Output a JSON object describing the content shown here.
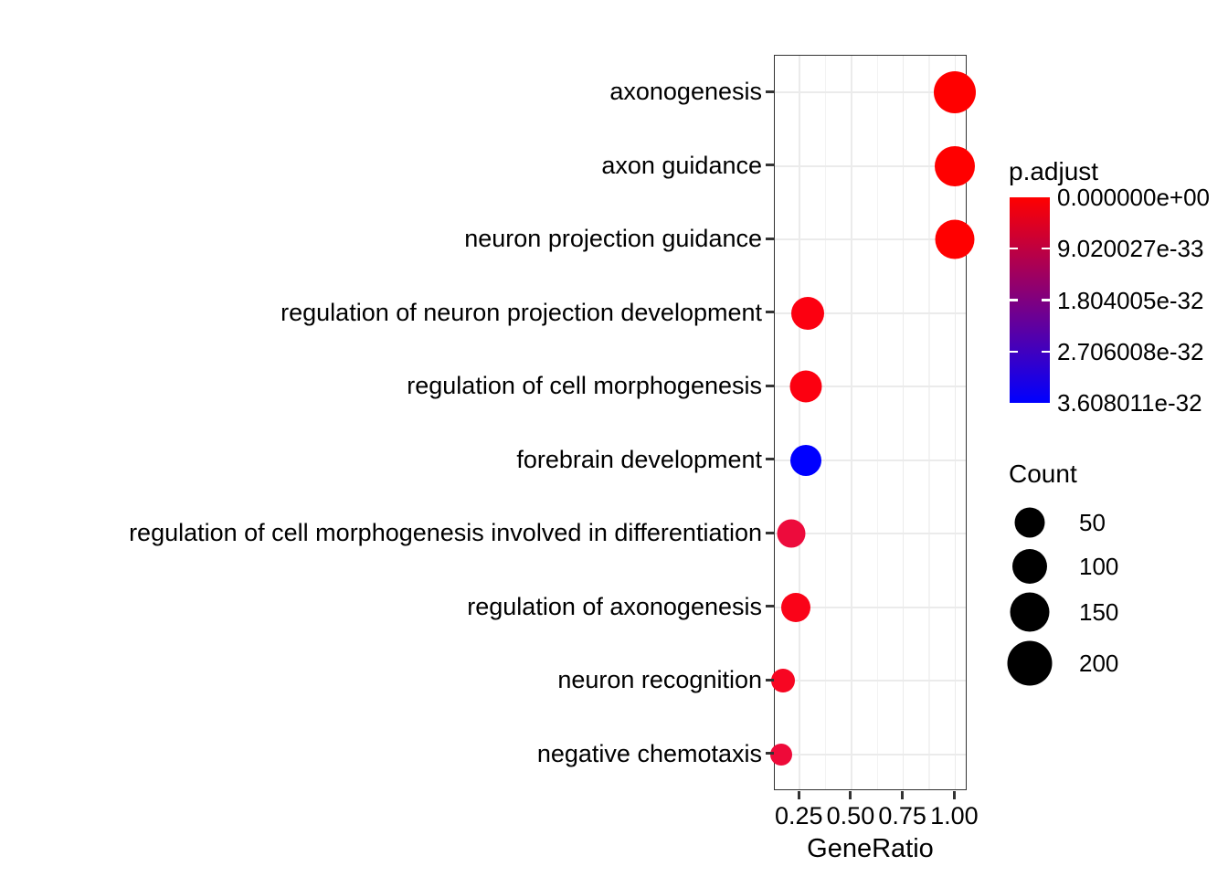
{
  "chart_data": {
    "type": "scatter",
    "subtype": "dotplot",
    "title": "",
    "xlabel": "GeneRatio",
    "ylabel": "",
    "xlim": [
      0.13,
      1.06
    ],
    "xticks": [
      0.25,
      0.5,
      0.75,
      1.0
    ],
    "xtick_labels": [
      "0.25",
      "0.50",
      "0.75",
      "1.00"
    ],
    "grid": true,
    "grid_minor": true,
    "categories": [
      "axonogenesis",
      "axon guidance",
      "neuron projection guidance",
      "regulation of neuron projection development",
      "regulation of cell morphogenesis",
      "forebrain development",
      "regulation of cell morphogenesis involved in differentiation",
      "regulation of axonogenesis",
      "neuron recognition",
      "negative chemotaxis"
    ],
    "points": [
      {
        "term": "axonogenesis",
        "gene_ratio": 1.0,
        "count": 208,
        "p_adjust": 0.0,
        "color": "#FF0000",
        "diameter": 46
      },
      {
        "term": "axon guidance",
        "gene_ratio": 1.0,
        "count": 190,
        "p_adjust": 0.0,
        "color": "#FF0000",
        "diameter": 44
      },
      {
        "term": "neuron projection guidance",
        "gene_ratio": 1.0,
        "count": 186,
        "p_adjust": 0.0,
        "color": "#FF0000",
        "diameter": 43
      },
      {
        "term": "regulation of neuron projection development",
        "gene_ratio": 0.29,
        "count": 128,
        "p_adjust": 1.2e-33,
        "color": "#FC0010",
        "diameter": 36
      },
      {
        "term": "regulation of cell morphogenesis",
        "gene_ratio": 0.28,
        "count": 122,
        "p_adjust": 1.5e-33,
        "color": "#FC0010",
        "diameter": 35
      },
      {
        "term": "forebrain development",
        "gene_ratio": 0.28,
        "count": 116,
        "p_adjust": 3.608011e-32,
        "color": "#0000FF",
        "diameter": 34
      },
      {
        "term": "regulation of cell morphogenesis involved in differentiation",
        "gene_ratio": 0.21,
        "count": 100,
        "p_adjust": 5.5e-33,
        "color": "#ED0B3C",
        "diameter": 31
      },
      {
        "term": "regulation of axonogenesis",
        "gene_ratio": 0.23,
        "count": 106,
        "p_adjust": 2e-33,
        "color": "#FA0318",
        "diameter": 32
      },
      {
        "term": "neuron recognition",
        "gene_ratio": 0.17,
        "count": 72,
        "p_adjust": 3e-33,
        "color": "#F70622",
        "diameter": 26
      },
      {
        "term": "negative chemotaxis",
        "gene_ratio": 0.16,
        "count": 62,
        "p_adjust": 5e-33,
        "color": "#EE0A39",
        "diameter": 24
      }
    ]
  },
  "axis": {
    "x_title": "GeneRatio",
    "x_tick_labels": [
      "0.25",
      "0.50",
      "0.75",
      "1.00"
    ],
    "y_tick_labels": [
      "axonogenesis",
      "axon guidance",
      "neuron projection guidance",
      "regulation of neuron projection development",
      "regulation of cell morphogenesis",
      "forebrain development",
      "regulation of cell morphogenesis involved in differentiation",
      "regulation of axonogenesis",
      "neuron recognition",
      "negative chemotaxis"
    ]
  },
  "legend_padjust": {
    "title": "p.adjust",
    "labels": [
      "0.000000e+00",
      "9.020027e-33",
      "1.804005e-32",
      "2.706008e-32",
      "3.608011e-32"
    ],
    "color_high": "#FF0000",
    "color_low": "#0000FF"
  },
  "legend_count": {
    "title": "Count",
    "labels": [
      "50",
      "100",
      "150",
      "200"
    ],
    "key_color": "#000000",
    "key_diameters": [
      33,
      38,
      43,
      49
    ]
  }
}
